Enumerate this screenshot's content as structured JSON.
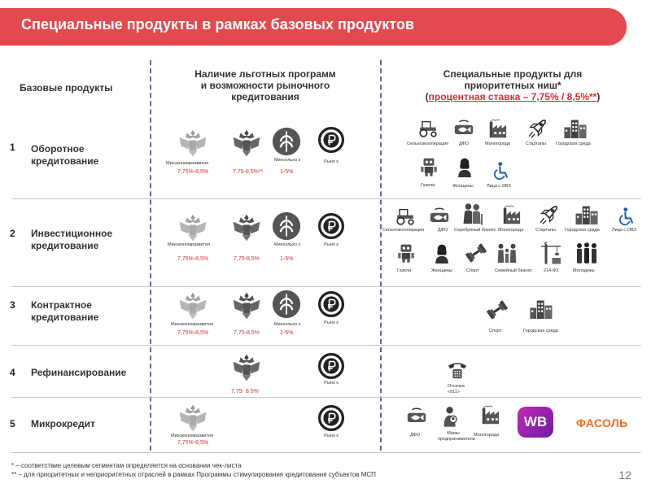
{
  "title": "Специальные продукты в рамках базовых продуктов",
  "columns": {
    "base": "Базовые продукты",
    "programs_line1": "Наличие льготных программ",
    "programs_line2": "и возможности рыночного",
    "programs_line3": "кредитования",
    "special_line1": "Специальные продукты для",
    "special_line2": "приоритетных ниш*",
    "special_rate_open": "(",
    "special_rate_text": "процентная ставка – 7,75% / 8,5%**",
    "special_rate_close": ")"
  },
  "rows": [
    {
      "num": "1",
      "name_line1": "Оборотное",
      "name_line2": "кредитование"
    },
    {
      "num": "2",
      "name_line1": "Инвестиционное",
      "name_line2": "кредитование"
    },
    {
      "num": "3",
      "name_line1": "Контрактное",
      "name_line2": "кредитование"
    },
    {
      "num": "4",
      "name_line1": "Рефинансирование",
      "name_line2": ""
    },
    {
      "num": "5",
      "name_line1": "Микрокредит",
      "name_line2": ""
    }
  ],
  "programs": {
    "minek": "Минэкономразвития",
    "minsel": "Минсельхо з",
    "market": "Рыно к",
    "rate_minek": "7,75%-8,5%",
    "rate_cb_r1": "7,75-8,5%**",
    "rate_cb": "7,75-8,5%",
    "rate_minsel": "1-5%",
    "rate_cb_r4": "7,75- 8.5%",
    "rate_minek_r5": "7,75%-8,5%"
  },
  "niches": {
    "selkhoz": "Сельхозкооперация",
    "dfo": "ДФО",
    "monogoroda": "Моногорода",
    "startapy": "Стартапы",
    "gorodskaya_sreda": "Городская среда",
    "gazeli": "Газели",
    "zhenshchiny": "Женщины",
    "lica_ovz": "Лица с ОВЗ",
    "serebryany": "Серебряный бизнес",
    "sport": "Спорт",
    "semeyny": "Семейный бизнес",
    "fz": "214-ФЗ",
    "molodezh": "Молодежь",
    "otsechka": "Отсечка «911»",
    "mamy": "Мамы предприниматели",
    "wb": "WB",
    "fasol": "ФАСОЛЬ"
  },
  "footnotes": {
    "note1": "* – соответствие целевым сегментам определяется на основании чек-листа",
    "note2": "** – для приоритетных и неприоритетных отраслей в рамках Программы стимулирования кредитования субъектов МСП"
  },
  "page_number": "12",
  "colors": {
    "accent": "#e24a4f",
    "rate": "#d2303a",
    "divider": "#5b6a96",
    "wb_from": "#c427b6",
    "wb_to": "#6d1da4",
    "fasol": "#f26b1d"
  }
}
